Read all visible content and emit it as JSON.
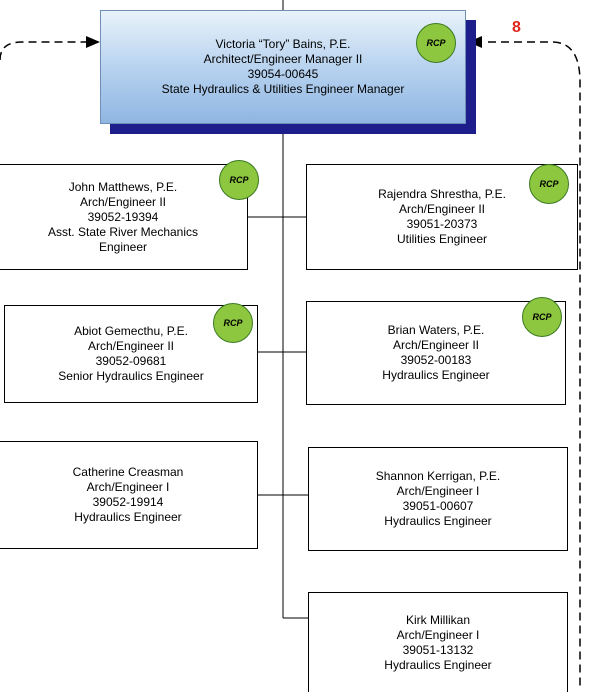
{
  "badge_number": "8",
  "rcp_label": "RCP",
  "manager": {
    "name": "Victoria “Tory” Bains, P.E.",
    "title": "Architect/Engineer Manager II",
    "position_number": "39054-00645",
    "role": "State Hydraulics & Utilities Engineer Manager"
  },
  "staff": [
    {
      "name": "John Matthews, P.E.",
      "title": "Arch/Engineer II",
      "position_number": "39052-19394",
      "role_line1": "Asst. State River Mechanics",
      "role_line2": "Engineer"
    },
    {
      "name": "Rajendra Shrestha, P.E.",
      "title": "Arch/Engineer II",
      "position_number": "39051-20373",
      "role_line1": "Utilities Engineer"
    },
    {
      "name": "Abiot Gemecthu, P.E.",
      "title": "Arch/Engineer II",
      "position_number": "39052-09681",
      "role_line1": "Senior Hydraulics Engineer"
    },
    {
      "name": "Brian Waters, P.E.",
      "title": "Arch/Engineer II",
      "position_number": "39052-00183",
      "role_line1": "Hydraulics Engineer"
    },
    {
      "name": "Catherine Creasman",
      "title": "Arch/Engineer I",
      "position_number": "39052-19914",
      "role_line1": "Hydraulics Engineer"
    },
    {
      "name": "Shannon Kerrigan, P.E.",
      "title": "Arch/Engineer I",
      "position_number": "39051-00607",
      "role_line1": "Hydraulics Engineer"
    },
    {
      "name": "Kirk Millikan",
      "title": "Arch/Engineer I",
      "position_number": "39051-13132",
      "role_line1": "Hydraulics Engineer"
    }
  ],
  "colors": {
    "rcp_fill": "#8dc63f",
    "badge": "#e0261b",
    "header_shadow": "#1d1d8c"
  }
}
